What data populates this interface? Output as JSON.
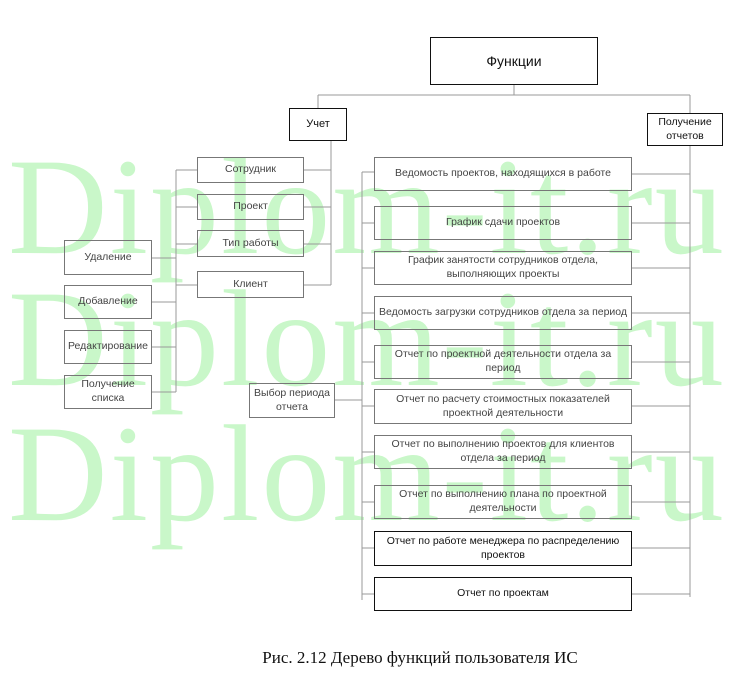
{
  "watermark": "Diplom-it.ru",
  "root": "Функции",
  "accounting": {
    "title": "Учет",
    "entities": [
      "Сотрудник",
      "Проект",
      "Тип работы",
      "Клиент"
    ],
    "operations": [
      "Удаление",
      "Добавление",
      "Редактирование",
      "Получение списка"
    ]
  },
  "reports": {
    "title": "Получение отчетов",
    "period_selector": "Выбор периода отчета",
    "items": [
      "Ведомость проектов, находящихся в работе",
      "График сдачи проектов",
      "График занятости сотрудников отдела, выполняющих проекты",
      "Ведомость загрузки сотрудников отдела за период",
      "Отчет по проектной деятельности отдела за период",
      "Отчет по расчету стоимостных показателей проектной деятельности",
      "Отчет по выполнению проектов для клиентов отдела за период",
      "Отчет по выполнению плана по проектной деятельности",
      "Отчет по работе менеджера по распределению проектов",
      "Отчет по проектам"
    ]
  },
  "caption": "Рис. 2.12  Дерево функций пользователя ИС",
  "colors": {
    "watermark": "#c9f7c9",
    "line": "#999999"
  }
}
